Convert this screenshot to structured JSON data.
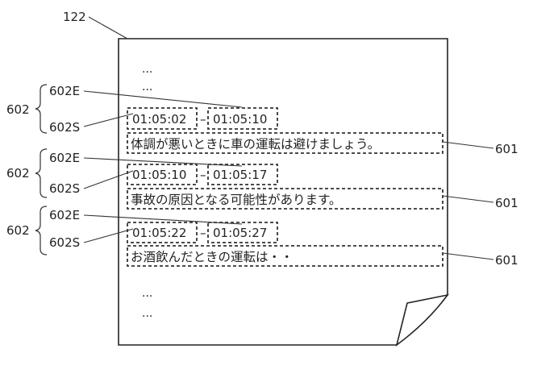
{
  "document": {
    "ref": "122",
    "top_dots": [
      "...",
      "..."
    ],
    "bottom_dots": [
      "...",
      "..."
    ]
  },
  "entries": [
    {
      "group_label": "602",
      "end_label": "602E",
      "start_label": "602S",
      "start_time": "01:05:02",
      "end_time": "01:05:10",
      "separator": "–",
      "subtitle": "体調が悪いときに車の運転は避けましょう。",
      "subtitle_label": "601"
    },
    {
      "group_label": "602",
      "end_label": "602E",
      "start_label": "602S",
      "start_time": "01:05:10",
      "end_time": "01:05:17",
      "separator": "–",
      "subtitle": "事故の原因となる可能性があります。",
      "subtitle_label": "601"
    },
    {
      "group_label": "602",
      "end_label": "602E",
      "start_label": "602S",
      "start_time": "01:05:22",
      "end_time": "01:05:27",
      "separator": "–",
      "subtitle": "お酒飲んだときの運転は・・",
      "subtitle_label": "601"
    }
  ]
}
